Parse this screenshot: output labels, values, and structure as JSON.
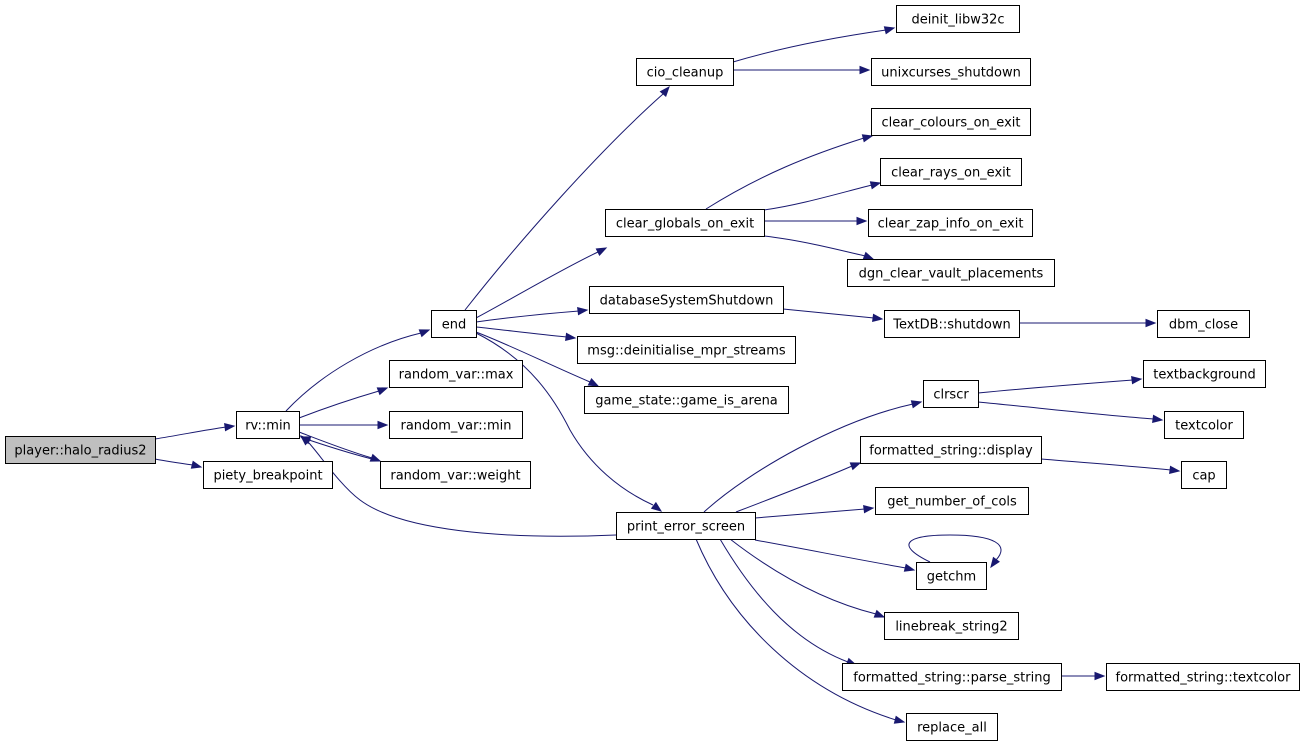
{
  "graph": {
    "nodes": {
      "root": "player::halo_radius2",
      "rv_min": "rv::min",
      "piety_breakpoint": "piety_breakpoint",
      "end": "end",
      "random_var_max": "random_var::max",
      "random_var_min": "random_var::min",
      "random_var_weight": "random_var::weight",
      "cio_cleanup": "cio_cleanup",
      "clear_globals_on_exit": "clear_globals_on_exit",
      "databaseSystemShutdown": "databaseSystemShutdown",
      "msg_deinit": "msg::deinitialise_mpr_streams",
      "game_is_arena": "game_state::game_is_arena",
      "print_error_screen": "print_error_screen",
      "deinit_libw32c": "deinit_libw32c",
      "unixcurses_shutdown": "unixcurses_shutdown",
      "clear_colours_on_exit": "clear_colours_on_exit",
      "clear_rays_on_exit": "clear_rays_on_exit",
      "clear_zap_info_on_exit": "clear_zap_info_on_exit",
      "dgn_clear_vault_placements": "dgn_clear_vault_placements",
      "textdb_shutdown": "TextDB::shutdown",
      "dbm_close": "dbm_close",
      "clrscr": "clrscr",
      "fs_display": "formatted_string::display",
      "get_number_of_cols": "get_number_of_cols",
      "getchm": "getchm",
      "linebreak_string2": "linebreak_string2",
      "fs_parse_string": "formatted_string::parse_string",
      "replace_all": "replace_all",
      "textbackground": "textbackground",
      "textcolor": "textcolor",
      "cap": "cap",
      "fs_textcolor": "formatted_string::textcolor"
    },
    "edge_color": "#191970",
    "root_fill": "#bfbfbf"
  }
}
